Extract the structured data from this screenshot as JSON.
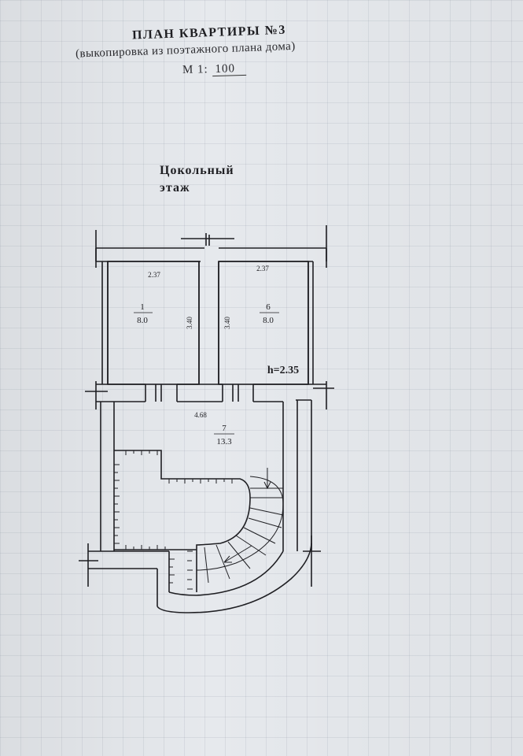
{
  "document": {
    "title": "ПЛАН КВАРТИРЫ №3",
    "subtitle": "(выкопировка из поэтажного плана дома)",
    "scale_label": "М 1:",
    "scale_value": "100",
    "floor_name": "Цокольный этаж"
  },
  "plan": {
    "height_label": "h=2.35",
    "rooms": [
      {
        "number": "1",
        "area": "8.0",
        "width": "2.37",
        "length": "3.40"
      },
      {
        "number": "6",
        "area": "8.0",
        "width": "2.37",
        "length": "3.40"
      },
      {
        "number": "7",
        "area": "13.3",
        "width": "4.68"
      }
    ]
  }
}
